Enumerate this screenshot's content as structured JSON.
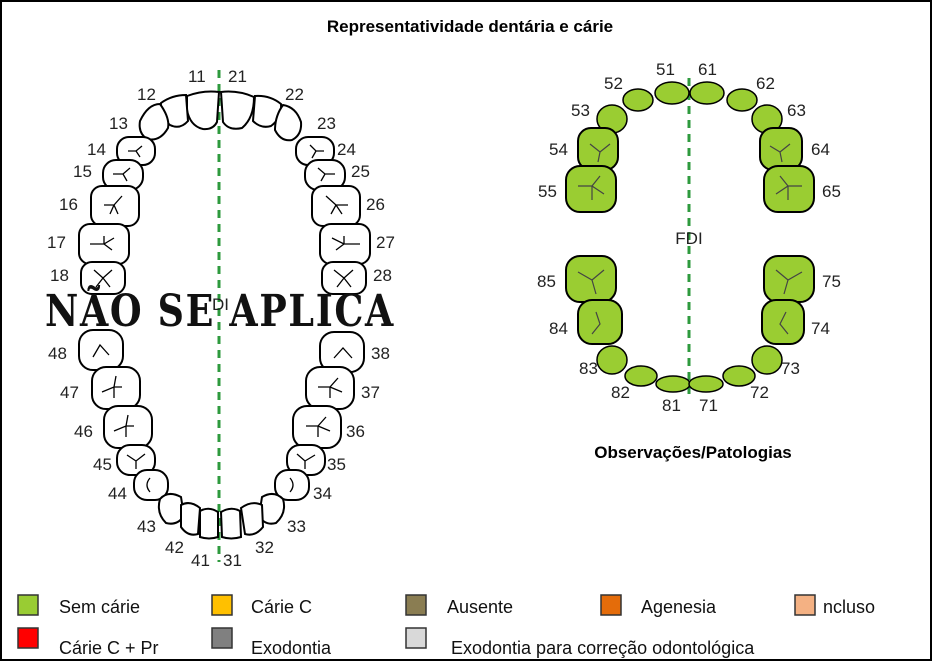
{
  "title": "Representatividade dentária e cárie",
  "permanent": {
    "stamp_text": "NÃO SE APLICA",
    "notation_partial": "DI",
    "upper_teeth": [
      "11",
      "12",
      "13",
      "14",
      "15",
      "16",
      "17",
      "18",
      "21",
      "22",
      "23",
      "24",
      "25",
      "26",
      "27",
      "28"
    ],
    "lower_teeth": [
      "31",
      "32",
      "33",
      "34",
      "35",
      "36",
      "37",
      "38",
      "41",
      "42",
      "43",
      "44",
      "45",
      "46",
      "47",
      "48"
    ]
  },
  "deciduous": {
    "notation": "FDI",
    "upper_teeth": [
      "51",
      "52",
      "53",
      "54",
      "55",
      "61",
      "62",
      "63",
      "64",
      "65"
    ],
    "lower_teeth": [
      "71",
      "72",
      "73",
      "74",
      "75",
      "81",
      "82",
      "83",
      "84",
      "85"
    ],
    "fill_color": "#9acd32"
  },
  "observations_label": "Observações/Patologias",
  "legend": [
    {
      "label": "Sem cárie",
      "color": "#99cc33"
    },
    {
      "label": "Cárie C",
      "color": "#ffc000"
    },
    {
      "label": "Ausente",
      "color": "#8a7d52"
    },
    {
      "label": "Agenesia",
      "color": "#e46c0a"
    },
    {
      "label": "ncluso",
      "color": "#f4b183"
    },
    {
      "label": "Cárie C + Pr",
      "color": "#ff0000"
    },
    {
      "label": "Exodontia",
      "color": "#808080"
    },
    {
      "label": "Exodontia para correção odontológica",
      "color": "#d9d9d9"
    }
  ]
}
